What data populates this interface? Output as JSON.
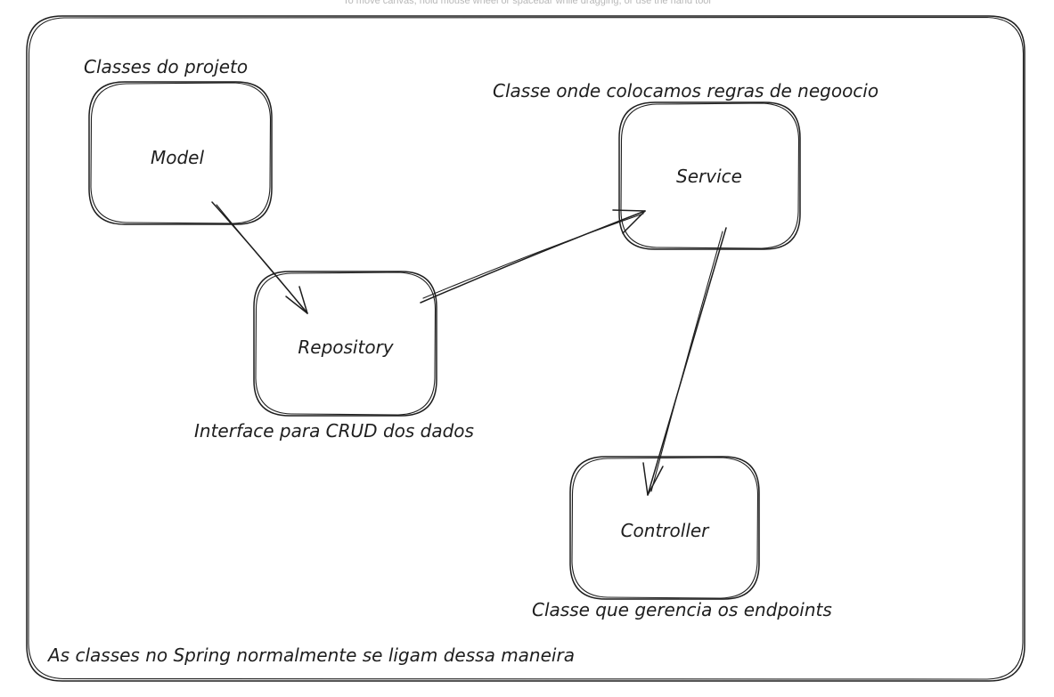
{
  "canvas_hint": "To move canvas, hold mouse wheel or spacebar while dragging, or use the hand tool",
  "colors": {
    "stroke": "#1e1e1e",
    "background": "#ffffff",
    "hint": "#b8b8b8"
  },
  "nodes": {
    "model": "Model",
    "repository": "Repository",
    "service": "Service",
    "controller": "Controller"
  },
  "annotations": {
    "model": "Classes do projeto",
    "service": "Classe onde colocamos regras de negoocio",
    "repository": "Interface para CRUD dos dados",
    "controller": "Classe que gerencia os endpoints",
    "frame": "As classes no Spring normalmente se ligam dessa maneira"
  },
  "edges": [
    {
      "from": "Model",
      "to": "Repository"
    },
    {
      "from": "Repository",
      "to": "Service"
    },
    {
      "from": "Service",
      "to": "Controller"
    }
  ]
}
